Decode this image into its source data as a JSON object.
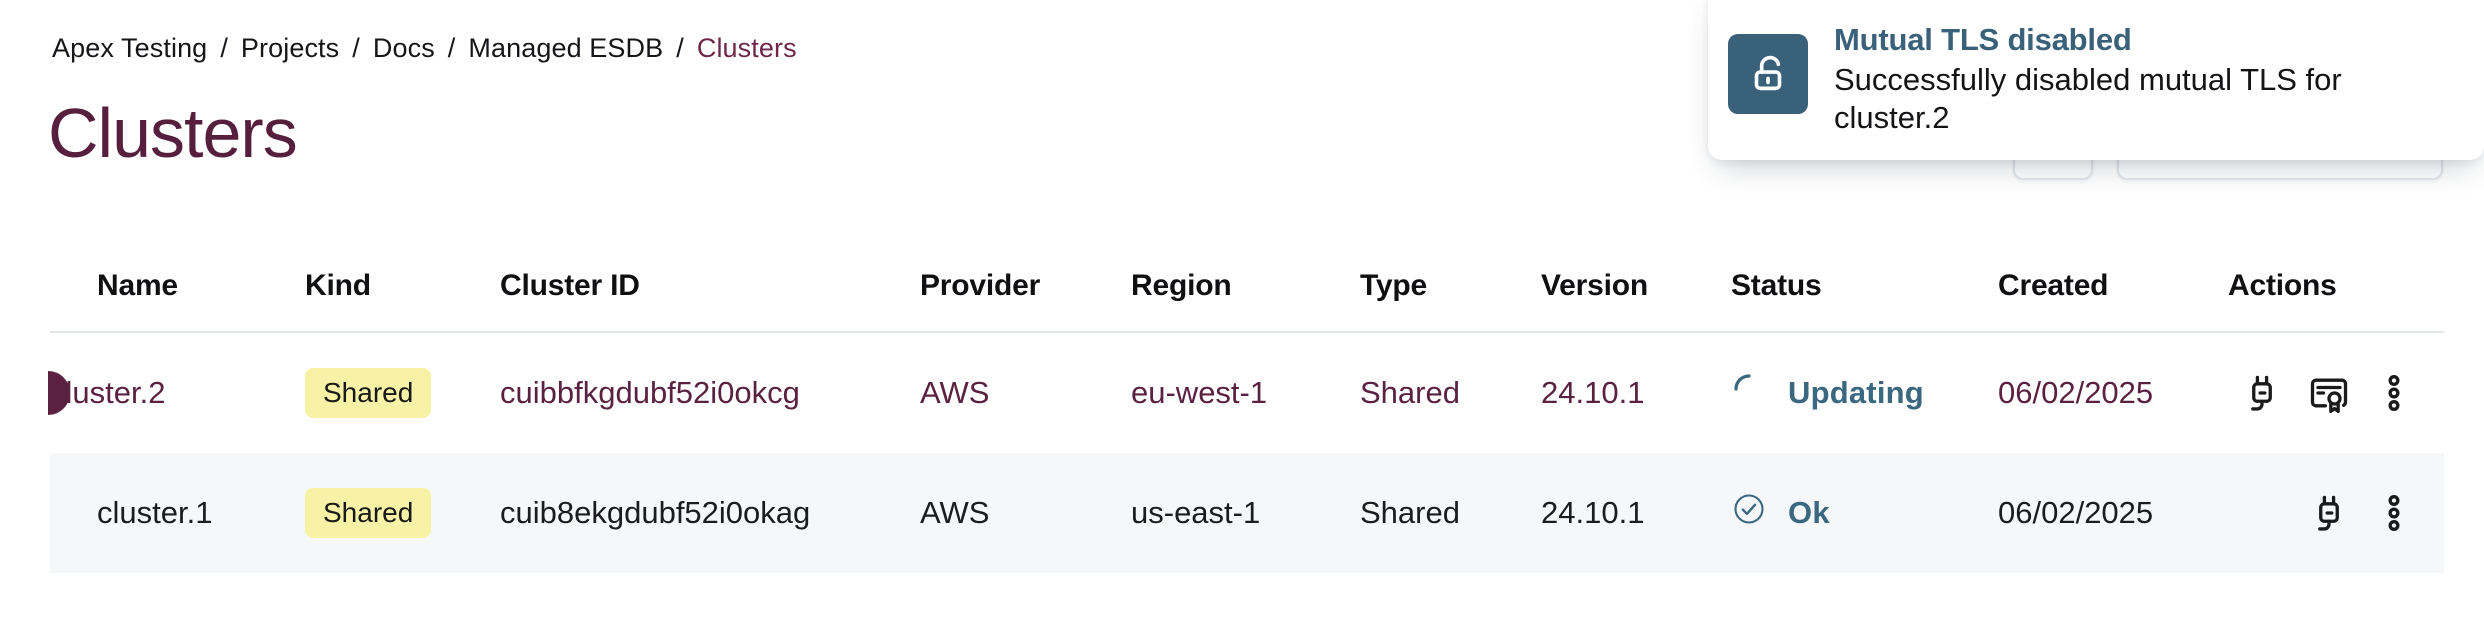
{
  "breadcrumb": {
    "separator": "/",
    "items": [
      {
        "label": "Apex Testing"
      },
      {
        "label": "Projects"
      },
      {
        "label": "Docs"
      },
      {
        "label": "Managed ESDB"
      },
      {
        "label": "Clusters",
        "current": true
      }
    ]
  },
  "page": {
    "title": "Clusters"
  },
  "toast": {
    "icon": "lock-open-icon",
    "title": "Mutual TLS disabled",
    "message": "Successfully disabled mutual TLS for cluster.2"
  },
  "toolbar": {
    "buttons": [
      {
        "icon": "refresh-icon"
      },
      {
        "icon": "chevron-down-icon"
      }
    ]
  },
  "table": {
    "columns": [
      "Name",
      "Kind",
      "Cluster ID",
      "Provider",
      "Region",
      "Type",
      "Version",
      "Status",
      "Created",
      "Actions"
    ],
    "rows": [
      {
        "name": "cluster.2",
        "kind": "Shared",
        "cluster_id": "cuibbfkgdubf52i0okcg",
        "provider": "AWS",
        "region": "eu-west-1",
        "type": "Shared",
        "version": "24.10.1",
        "status": {
          "label": "Updating",
          "state": "updating",
          "icon": "spinner-icon"
        },
        "created": "06/02/2025",
        "actions": [
          "plug-icon",
          "certificate-icon",
          "kebab-menu-icon"
        ],
        "highlighted": true
      },
      {
        "name": "cluster.1",
        "kind": "Shared",
        "cluster_id": "cuib8ekgdubf52i0okag",
        "provider": "AWS",
        "region": "us-east-1",
        "type": "Shared",
        "version": "24.10.1",
        "status": {
          "label": "Ok",
          "state": "ok",
          "icon": "check-circle-icon"
        },
        "created": "06/02/2025",
        "actions": [
          "plug-icon",
          "kebab-menu-icon"
        ],
        "highlighted": false
      }
    ]
  },
  "colors": {
    "accent_maroon": "#5a2240",
    "title_maroon": "#571f3e",
    "steel_blue": "#3a6880",
    "toast_icon_bg": "#39617a",
    "badge_yellow": "#f8f2a6",
    "row_stripe": "#f5f7f9",
    "divider": "#e4e8eb",
    "text_dark": "#1c1c1e"
  }
}
